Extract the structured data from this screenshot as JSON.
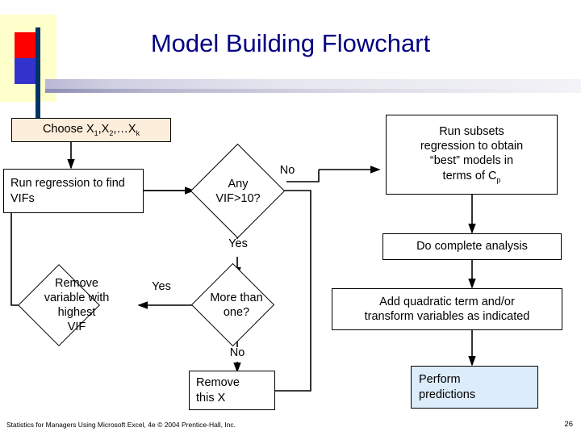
{
  "slide": {
    "title": "Model Building Flowchart",
    "footer": "Statistics for Managers Using Microsoft Excel, 4e © 2004 Prentice-Hall, Inc.",
    "page_number": "26"
  },
  "nodes": {
    "choose_x": "Choose X1,X2,…Xk",
    "run_regression_vif": "Run regression to find VIFs",
    "any_vif": "Any VIF>10?",
    "run_subsets": "Run subsets regression to obtain “best” models in terms of Cp",
    "do_complete_analysis": "Do complete analysis",
    "remove_variable": "Remove variable with highest VIF",
    "more_than_one": "More than one?",
    "add_quadratic": "Add quadratic term and/or transform variables as indicated",
    "remove_this_x": "Remove this X",
    "perform_predictions": "Perform predictions"
  },
  "edge_labels": {
    "no_vif": "No",
    "yes_vif": "Yes",
    "yes_more": "Yes",
    "no_more": "No"
  },
  "colors": {
    "title": "#000080",
    "beige_fill": "#fdeedb",
    "blue_fill": "#ddecfa",
    "stroke": "#000000",
    "logo_red": "#ff0000",
    "logo_blue": "#3333cc",
    "logo_yellow": "#ffffcc"
  }
}
